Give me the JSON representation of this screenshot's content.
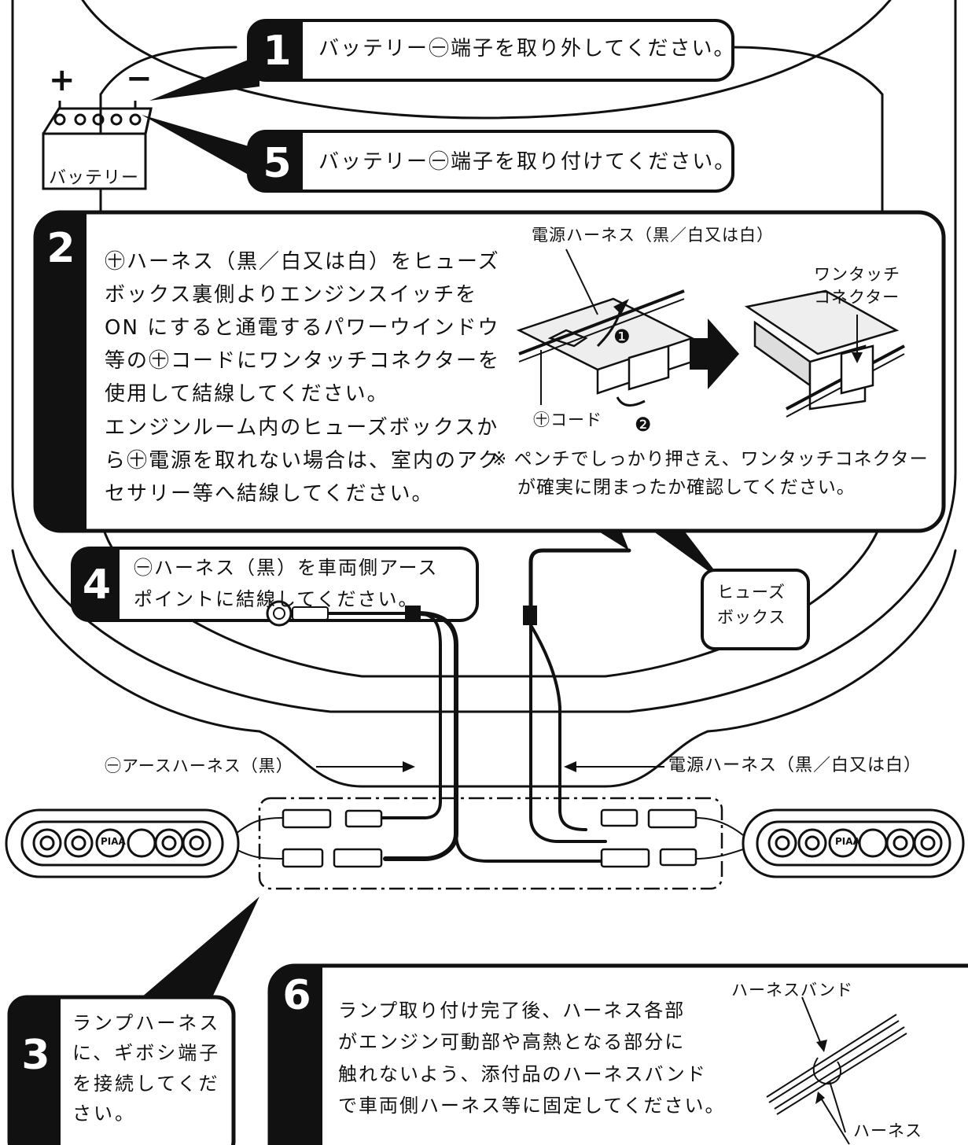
{
  "battery": {
    "label": "バッテリー",
    "plus_sign": "+",
    "minus_sign": "−"
  },
  "steps": [
    {
      "number": "1",
      "text": "バッテリー㊀端子を取り外してください。"
    },
    {
      "number": "2",
      "lines": [
        "㊉ハーネス（黒／白又は白）をヒューズ",
        "ボックス裏側よりエンジンスイッチを",
        "ON にすると通電するパワーウインドウ",
        "等の㊉コードにワンタッチコネクターを",
        "使用して結線してください。",
        "エンジンルーム内のヒューズボックスか",
        "ら㊉電源を取れない場合は、室内のアク",
        "セサリー等へ結線してください。"
      ]
    },
    {
      "number": "3",
      "lines": [
        "ランプハーネス",
        "に、ギボシ端子",
        "を接続してくだ",
        "さい。"
      ]
    },
    {
      "number": "4",
      "lines": [
        "㊀ハーネス（黒）を車両側アース",
        "ポイントに結線してください。"
      ]
    },
    {
      "number": "5",
      "text": "バッテリー㊀端子を取り付けてください。"
    },
    {
      "number": "6",
      "lines": [
        "ランプ取り付け完了後、ハーネス各部",
        "がエンジン可動部や高熱となる部分に",
        "触れないよう、添付品のハーネスバンド",
        "で車両側ハーネス等に固定してください。"
      ]
    }
  ],
  "connector_figure": {
    "power_harness_label": "電源ハーネス（黒／白又は白）",
    "one_touch_label_1": "ワンタッチ",
    "one_touch_label_2": "コネクター",
    "plus_cord_label": "㊉コード",
    "marker_1": "❶",
    "marker_2": "❷",
    "note_line_1": "※ ペンチでしっかり押さえ、ワンタッチコネクター",
    "note_line_2": "が確実に閉まったか確認してください。"
  },
  "fuse_box": {
    "line1": "ヒューズ",
    "line2": "ボックス"
  },
  "wiring": {
    "earth_harness_label": "㊀アースハーネス（黒）",
    "power_harness_label": "電源ハーネス（黒／白又は白）"
  },
  "lamp": {
    "brand_mark": "PIAA"
  },
  "harness_band": {
    "band_label": "ハーネスバンド",
    "harness_label": "ハーネス"
  }
}
